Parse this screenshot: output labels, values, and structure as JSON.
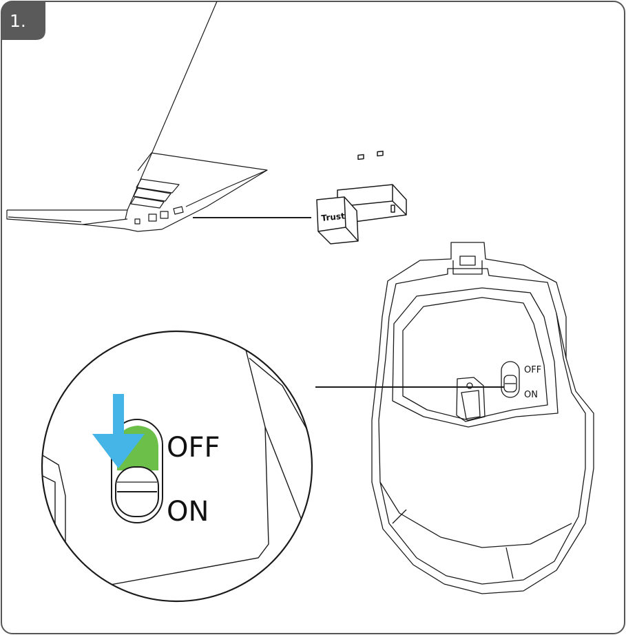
{
  "step": {
    "label": "1."
  },
  "dongle": {
    "brand": "Trust"
  },
  "mouse_switch": {
    "off_label": "OFF",
    "on_label": "ON"
  },
  "zoom_switch": {
    "off_label": "OFF",
    "on_label": "ON"
  },
  "colors": {
    "badge": "#5a5a5a",
    "frame_border": "#555555",
    "arrow": "#45b4e6",
    "switch_highlight": "#6cc04a",
    "line": "#1a1a1a"
  },
  "icons": {
    "arrow": "arrow-down-icon"
  }
}
